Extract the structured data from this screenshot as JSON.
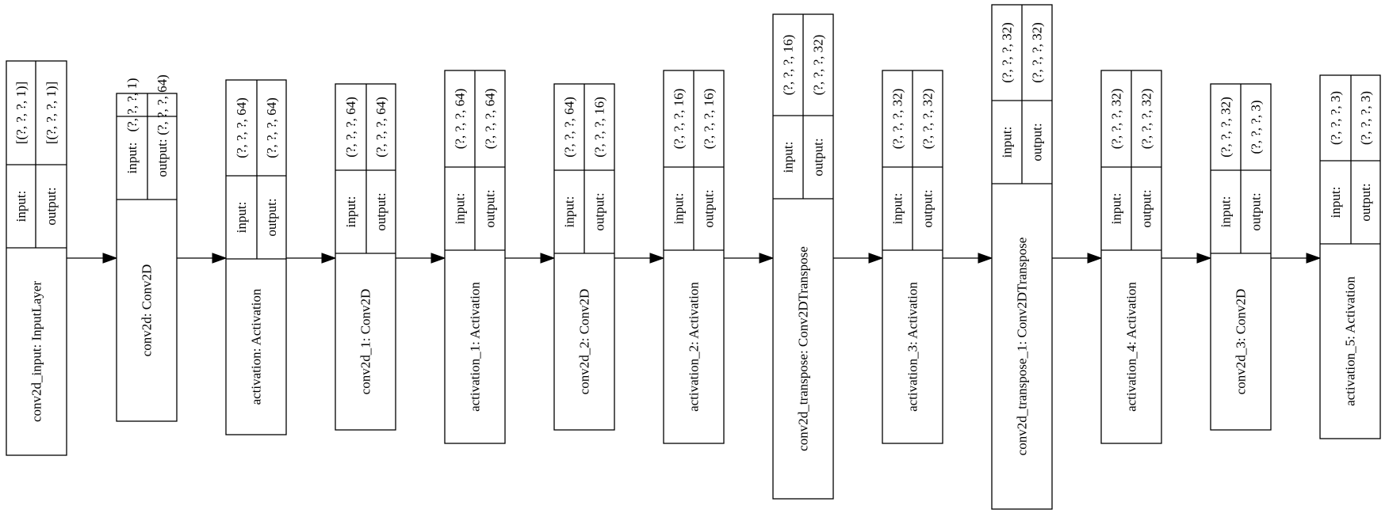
{
  "diagram": {
    "title": "",
    "port_labels": {
      "input": "input:",
      "output": "output:"
    },
    "nodes": [
      {
        "id": "n0",
        "label": "conv2d_input: InputLayer",
        "input": "[(?, ?, ?, 1)]",
        "output": "[(?, ?, ?, 1)]"
      },
      {
        "id": "n1",
        "label": "conv2d: Conv2D",
        "input": "(?, ?, ?, 1)",
        "output": "(?, ?, ?, 64)"
      },
      {
        "id": "n2",
        "label": "activation: Activation",
        "input": "(?, ?, ?, 64)",
        "output": "(?, ?, ?, 64)"
      },
      {
        "id": "n3",
        "label": "conv2d_1: Conv2D",
        "input": "(?, ?, ?, 64)",
        "output": "(?, ?, ?, 64)"
      },
      {
        "id": "n4",
        "label": "activation_1: Activation",
        "input": "(?, ?, ?, 64)",
        "output": "(?, ?, ?, 64)"
      },
      {
        "id": "n5",
        "label": "conv2d_2: Conv2D",
        "input": "(?, ?, ?, 64)",
        "output": "(?, ?, ?, 16)"
      },
      {
        "id": "n6",
        "label": "activation_2: Activation",
        "input": "(?, ?, ?, 16)",
        "output": "(?, ?, ?, 16)"
      },
      {
        "id": "n7",
        "label": "conv2d_transpose: Conv2DTranspose",
        "input": "(?, ?, ?, 16)",
        "output": "(?, ?, ?, 32)"
      },
      {
        "id": "n8",
        "label": "activation_3: Activation",
        "input": "(?, ?, ?, 32)",
        "output": "(?, ?, ?, 32)"
      },
      {
        "id": "n9",
        "label": "conv2d_transpose_1: Conv2DTranspose",
        "input": "(?, ?, ?, 32)",
        "output": "(?, ?, ?, 32)"
      },
      {
        "id": "n10",
        "label": "activation_4: Activation",
        "input": "(?, ?, ?, 32)",
        "output": "(?, ?, ?, 32)"
      },
      {
        "id": "n11",
        "label": "conv2d_3: Conv2D",
        "input": "(?, ?, ?, 32)",
        "output": "(?, ?, ?, 3)"
      },
      {
        "id": "n12",
        "label": "activation_5: Activation",
        "input": "(?, ?, ?, 3)",
        "output": "(?, ?, ?, 3)"
      }
    ],
    "edges": [
      [
        "n0",
        "n1"
      ],
      [
        "n1",
        "n2"
      ],
      [
        "n2",
        "n3"
      ],
      [
        "n3",
        "n4"
      ],
      [
        "n4",
        "n5"
      ],
      [
        "n5",
        "n6"
      ],
      [
        "n6",
        "n7"
      ],
      [
        "n7",
        "n8"
      ],
      [
        "n8",
        "n9"
      ],
      [
        "n9",
        "n10"
      ],
      [
        "n10",
        "n11"
      ],
      [
        "n11",
        "n12"
      ]
    ]
  }
}
